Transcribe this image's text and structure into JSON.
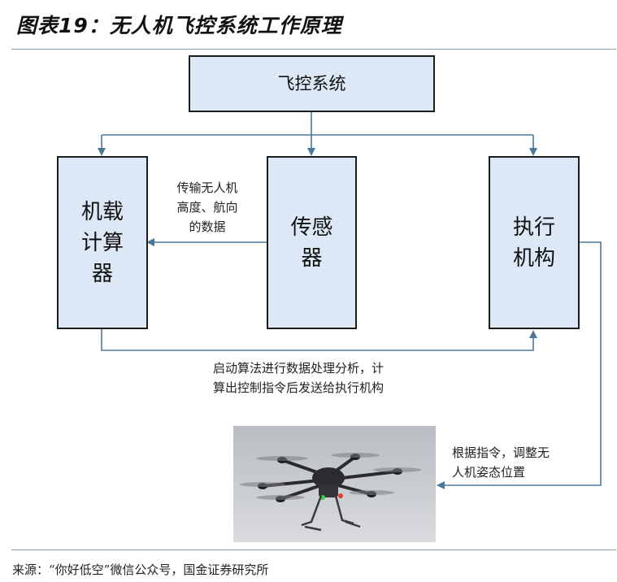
{
  "title": "图表19：无人机飞控系统工作原理",
  "boxes": {
    "flight_control": "飞控系统",
    "onboard_computer": [
      "机载",
      "计算",
      "器"
    ],
    "sensor": [
      "传感",
      "器"
    ],
    "actuator": [
      "执行",
      "机构"
    ]
  },
  "labels": {
    "transmit": [
      "传输无人机",
      "高度、航向",
      "的数据"
    ],
    "compute": [
      "启动算法进行数据处理分析，计",
      "算出控制指令后发送给执行机构"
    ],
    "adjust": [
      "根据指令，调整无",
      "人机姿态位置"
    ]
  },
  "colors": {
    "box_fill": "#dce8f5",
    "arrow": "#4c7898",
    "rule": "#8ea4bd"
  },
  "source": "来源：“你好低空”微信公众号，国金证券研究所"
}
